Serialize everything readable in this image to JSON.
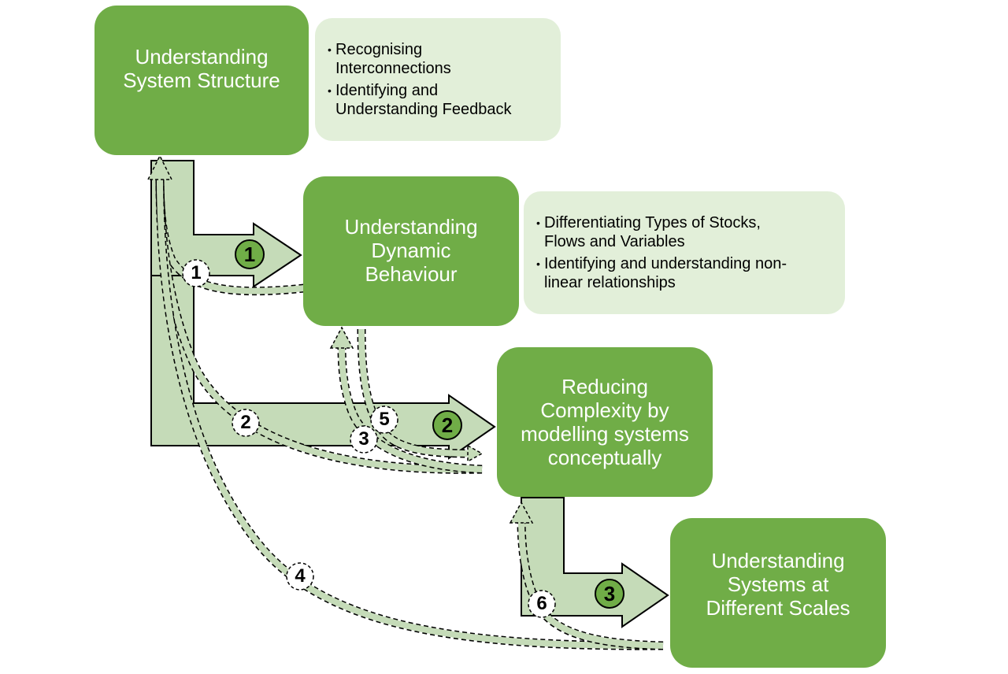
{
  "stages": {
    "structure": {
      "title": "Understanding\nSystem Structure"
    },
    "dynamic": {
      "title": "Understanding\nDynamic\nBehaviour"
    },
    "complexity": {
      "title": "Reducing\nComplexity by\nmodelling systems\nconceptually"
    },
    "scales": {
      "title": "Understanding\nSystems at\nDifferent Scales"
    }
  },
  "notes": {
    "structure": [
      "Recognising\nInterconnections",
      "Identifying and\nUnderstanding Feedback"
    ],
    "dynamic": [
      "Differentiating Types of Stocks,\nFlows and Variables",
      "Identifying and understanding non-\nlinear relationships"
    ]
  },
  "forward_steps": [
    "1",
    "2",
    "3"
  ],
  "feedback_loops": [
    "1",
    "2",
    "3",
    "4",
    "5",
    "6"
  ],
  "colors": {
    "box": "#70ad47",
    "note": "#e2efd9",
    "arrow_fill": "#c5dbb8",
    "loop_fill": "#c5dbb8",
    "text_on_box": "#ffffff"
  }
}
